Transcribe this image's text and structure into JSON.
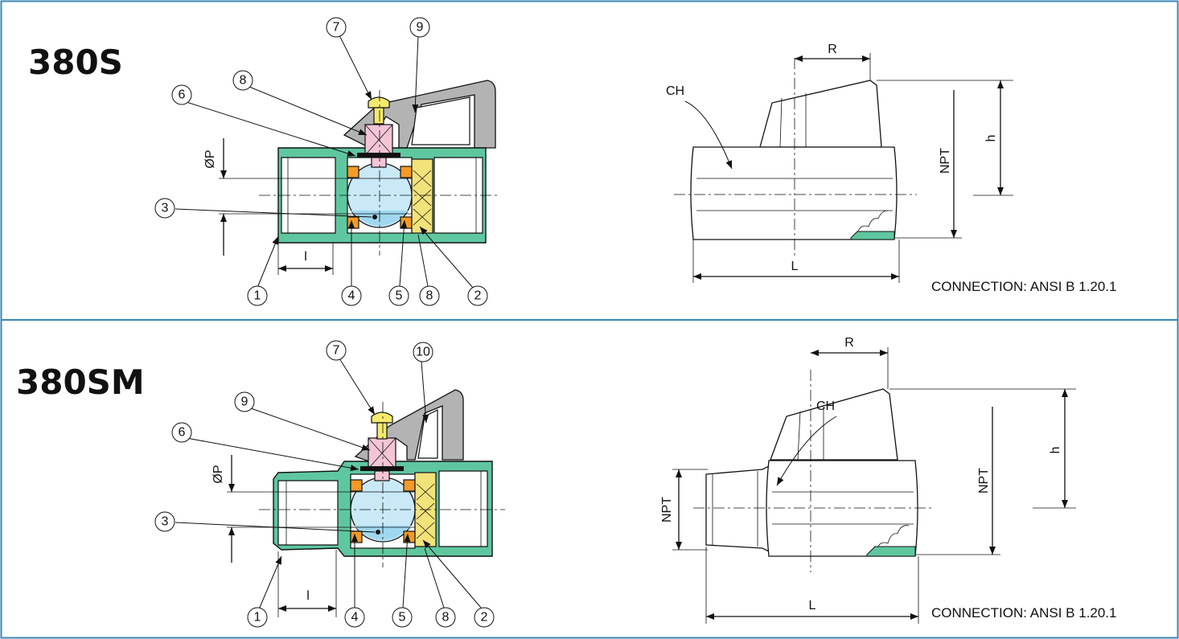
{
  "panels": [
    {
      "model": "380S",
      "connection": "CONNECTION: ANSI B 1.20.1",
      "callouts": [
        "1",
        "2",
        "3",
        "4",
        "5",
        "6",
        "7",
        "8",
        "8",
        "9"
      ],
      "section_dims": {
        "bore": "ØP",
        "thread_len": "l"
      },
      "side_dims": {
        "hex": "CH",
        "handle_radius": "R",
        "height": "h",
        "thread": "NPT",
        "length": "L"
      }
    },
    {
      "model": "380SM",
      "connection": "CONNECTION: ANSI B 1.20.1",
      "callouts": [
        "1",
        "2",
        "3",
        "4",
        "5",
        "6",
        "7",
        "8",
        "9",
        "10"
      ],
      "section_dims": {
        "bore": "ØP",
        "thread_len": "l"
      },
      "side_dims": {
        "hex": "CH",
        "handle_radius": "R",
        "height": "h",
        "thread": "NPT",
        "male_thread": "NPT",
        "length": "L"
      }
    }
  ],
  "colors": {
    "frame": "#3a86b6",
    "body": "#5fc7a0",
    "ball": "#c9e9f7",
    "seat": "#f39a27",
    "nut": "#f2e27a",
    "stem": "#f3c5d6",
    "handle": "#b3b3b3"
  }
}
